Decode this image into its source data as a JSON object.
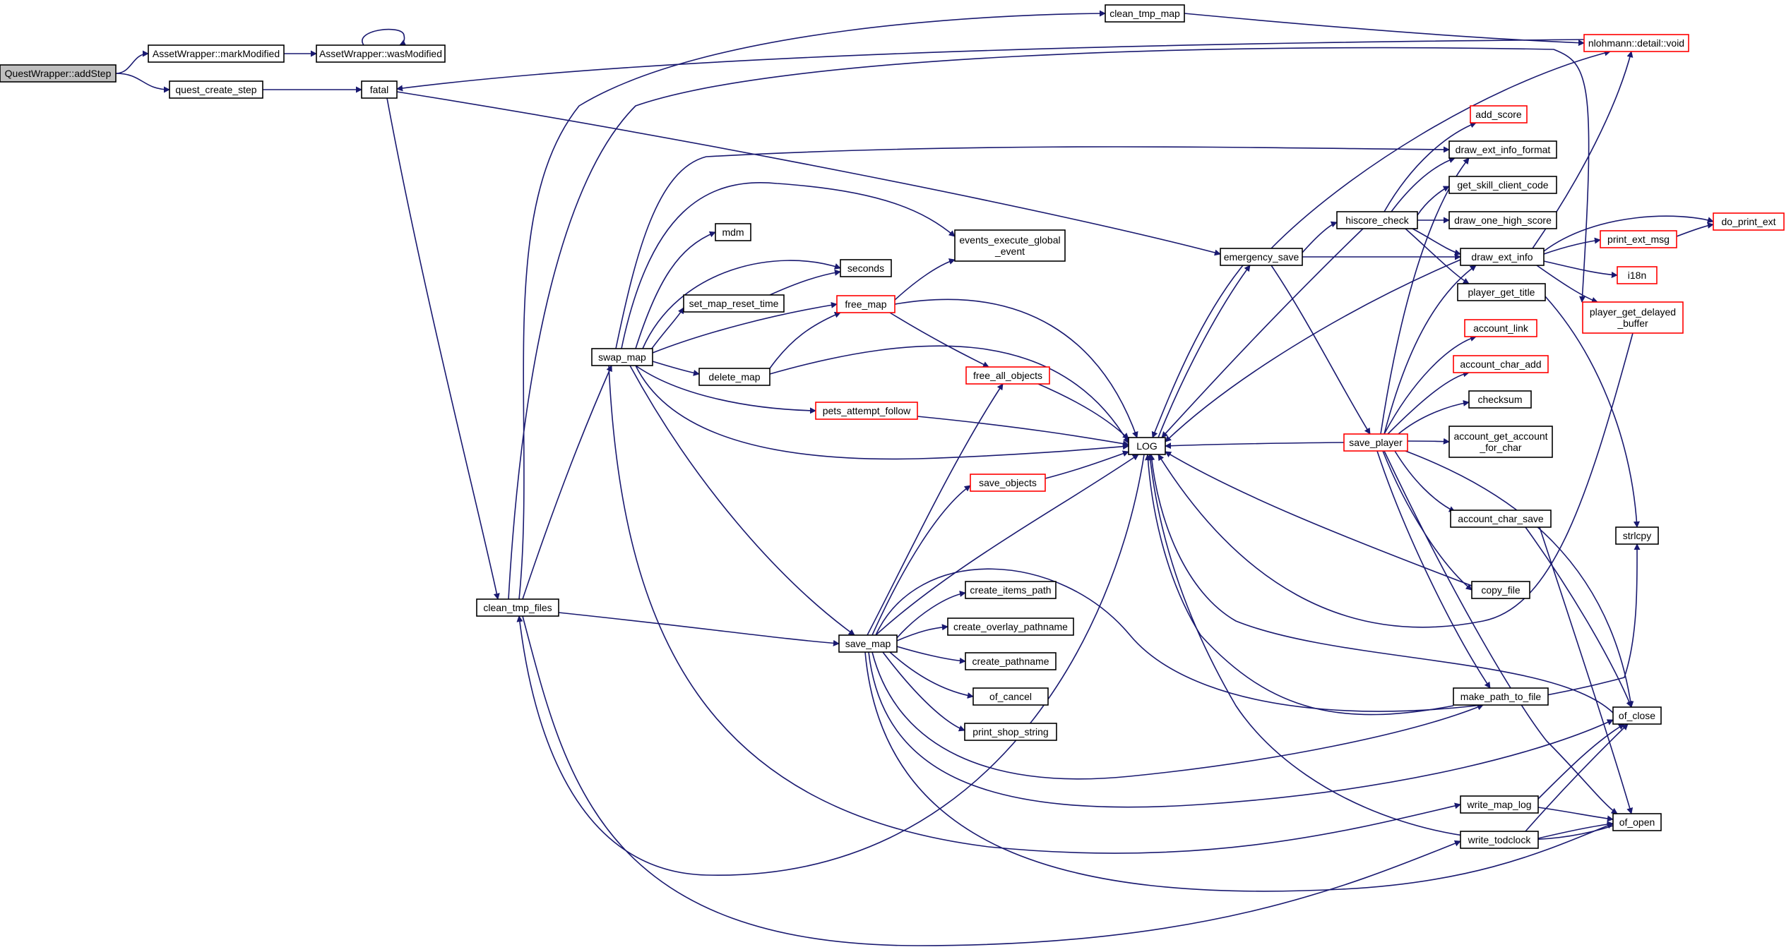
{
  "colors": {
    "edge": "#191970",
    "border_black": "#000000",
    "border_red": "#ff0000",
    "root_fill": "#bfbfbf",
    "fill": "#ffffff"
  },
  "nodes": [
    {
      "id": "qw_addstep",
      "lines": [
        "QuestWrapper::addStep"
      ],
      "border": "black",
      "root": true
    },
    {
      "id": "aw_markmodified",
      "lines": [
        "AssetWrapper::markModified"
      ],
      "border": "black"
    },
    {
      "id": "aw_wasmodified",
      "lines": [
        "AssetWrapper::wasModified"
      ],
      "border": "black"
    },
    {
      "id": "quest_create_step",
      "lines": [
        "quest_create_step"
      ],
      "border": "black"
    },
    {
      "id": "fatal",
      "lines": [
        "fatal"
      ],
      "border": "black"
    },
    {
      "id": "clean_tmp_map",
      "lines": [
        "clean_tmp_map"
      ],
      "border": "black"
    },
    {
      "id": "nlohmann_void",
      "lines": [
        "nlohmann::detail::void"
      ],
      "border": "red"
    },
    {
      "id": "clean_tmp_files",
      "lines": [
        "clean_tmp_files"
      ],
      "border": "black"
    },
    {
      "id": "swap_map",
      "lines": [
        "swap_map"
      ],
      "border": "black"
    },
    {
      "id": "mdm",
      "lines": [
        "mdm"
      ],
      "border": "black"
    },
    {
      "id": "seconds",
      "lines": [
        "seconds"
      ],
      "border": "black"
    },
    {
      "id": "set_map_reset_time",
      "lines": [
        "set_map_reset_time"
      ],
      "border": "black"
    },
    {
      "id": "delete_map",
      "lines": [
        "delete_map"
      ],
      "border": "black"
    },
    {
      "id": "events_execute_global_event",
      "lines": [
        "events_execute_global",
        "_event"
      ],
      "border": "black"
    },
    {
      "id": "free_map",
      "lines": [
        "free_map"
      ],
      "border": "red"
    },
    {
      "id": "free_all_objects",
      "lines": [
        "free_all_objects"
      ],
      "border": "red"
    },
    {
      "id": "pets_attempt_follow",
      "lines": [
        "pets_attempt_follow"
      ],
      "border": "red"
    },
    {
      "id": "log",
      "lines": [
        "LOG"
      ],
      "border": "black"
    },
    {
      "id": "save_objects",
      "lines": [
        "save_objects"
      ],
      "border": "red"
    },
    {
      "id": "save_map",
      "lines": [
        "save_map"
      ],
      "border": "black"
    },
    {
      "id": "create_items_path",
      "lines": [
        "create_items_path"
      ],
      "border": "black"
    },
    {
      "id": "create_overlay_pathname",
      "lines": [
        "create_overlay_pathname"
      ],
      "border": "black"
    },
    {
      "id": "create_pathname",
      "lines": [
        "create_pathname"
      ],
      "border": "black"
    },
    {
      "id": "of_cancel",
      "lines": [
        "of_cancel"
      ],
      "border": "black"
    },
    {
      "id": "print_shop_string",
      "lines": [
        "print_shop_string"
      ],
      "border": "black"
    },
    {
      "id": "emergency_save",
      "lines": [
        "emergency_save"
      ],
      "border": "black"
    },
    {
      "id": "hiscore_check",
      "lines": [
        "hiscore_check"
      ],
      "border": "black"
    },
    {
      "id": "add_score",
      "lines": [
        "add_score"
      ],
      "border": "red"
    },
    {
      "id": "draw_ext_info_format",
      "lines": [
        "draw_ext_info_format"
      ],
      "border": "black"
    },
    {
      "id": "get_skill_client_code",
      "lines": [
        "get_skill_client_code"
      ],
      "border": "black"
    },
    {
      "id": "draw_one_high_score",
      "lines": [
        "draw_one_high_score"
      ],
      "border": "black"
    },
    {
      "id": "draw_ext_info",
      "lines": [
        "draw_ext_info"
      ],
      "border": "black"
    },
    {
      "id": "player_get_title",
      "lines": [
        "player_get_title"
      ],
      "border": "black"
    },
    {
      "id": "save_player",
      "lines": [
        "save_player"
      ],
      "border": "red"
    },
    {
      "id": "account_link",
      "lines": [
        "account_link"
      ],
      "border": "red"
    },
    {
      "id": "account_char_add",
      "lines": [
        "account_char_add"
      ],
      "border": "red"
    },
    {
      "id": "checksum",
      "lines": [
        "checksum"
      ],
      "border": "black"
    },
    {
      "id": "account_get_account_for_char",
      "lines": [
        "account_get_account",
        "_for_char"
      ],
      "border": "black"
    },
    {
      "id": "account_char_save",
      "lines": [
        "account_char_save"
      ],
      "border": "black"
    },
    {
      "id": "copy_file",
      "lines": [
        "copy_file"
      ],
      "border": "black"
    },
    {
      "id": "make_path_to_file",
      "lines": [
        "make_path_to_file"
      ],
      "border": "black"
    },
    {
      "id": "write_map_log",
      "lines": [
        "write_map_log"
      ],
      "border": "black"
    },
    {
      "id": "write_todclock",
      "lines": [
        "write_todclock"
      ],
      "border": "black"
    },
    {
      "id": "do_print_ext",
      "lines": [
        "do_print_ext"
      ],
      "border": "red"
    },
    {
      "id": "print_ext_msg",
      "lines": [
        "print_ext_msg"
      ],
      "border": "red"
    },
    {
      "id": "i18n",
      "lines": [
        "i18n"
      ],
      "border": "red"
    },
    {
      "id": "player_get_delayed_buffer",
      "lines": [
        "player_get_delayed",
        "_buffer"
      ],
      "border": "red"
    },
    {
      "id": "strlcpy",
      "lines": [
        "strlcpy"
      ],
      "border": "black"
    },
    {
      "id": "of_close",
      "lines": [
        "of_close"
      ],
      "border": "black"
    },
    {
      "id": "of_open",
      "lines": [
        "of_open"
      ],
      "border": "black"
    }
  ]
}
